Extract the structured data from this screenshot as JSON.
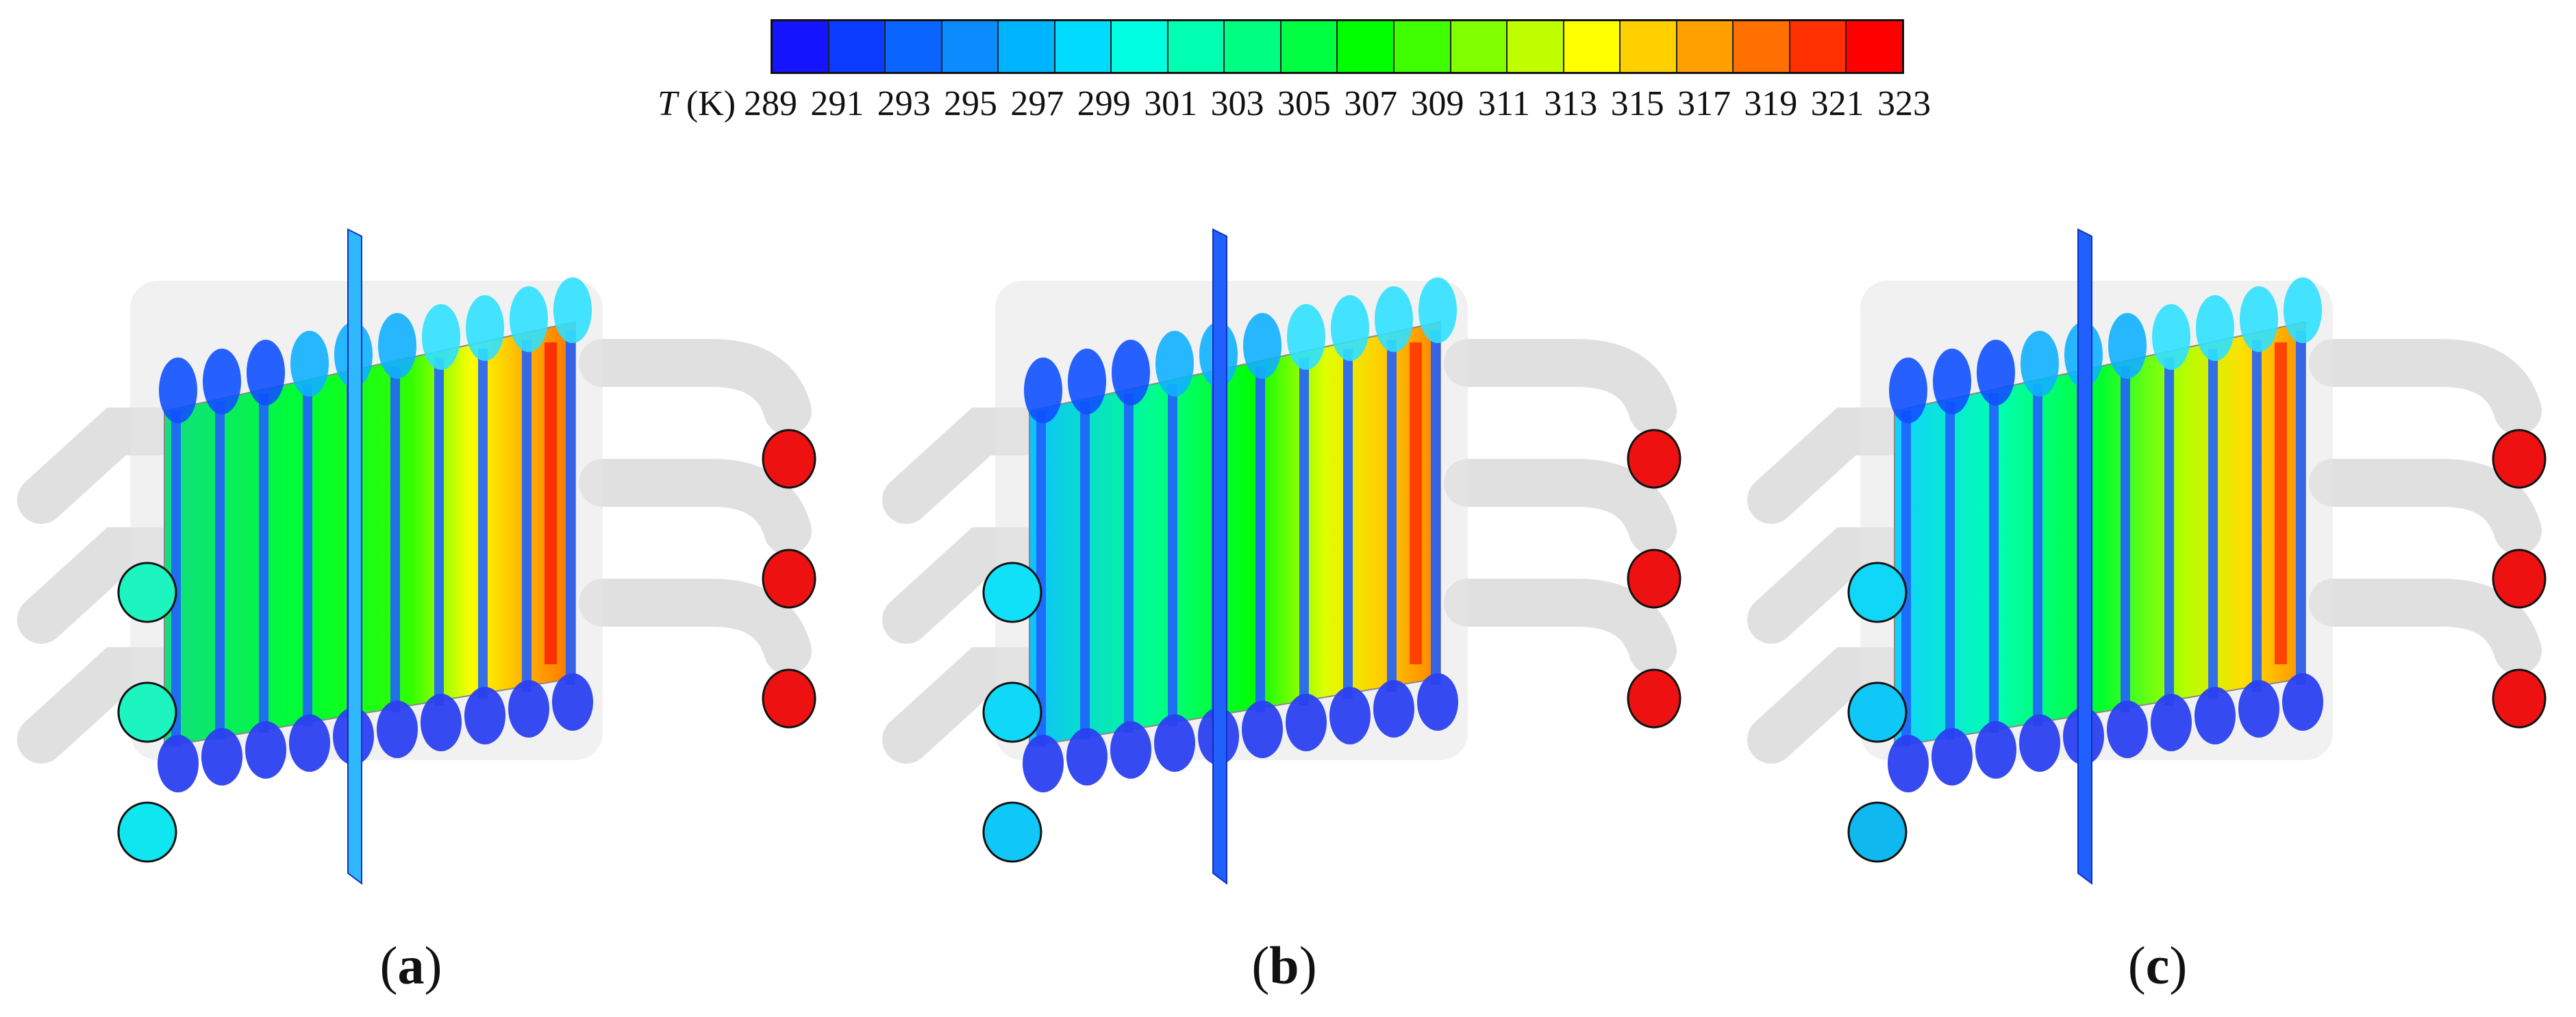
{
  "legend": {
    "symbol": "T",
    "unit": "(K)",
    "ticks": [
      "289",
      "291",
      "293",
      "295",
      "297",
      "299",
      "301",
      "303",
      "305",
      "307",
      "309",
      "311",
      "313",
      "315",
      "317",
      "319",
      "321",
      "323"
    ],
    "colors": [
      "#1414ff",
      "#0a3cff",
      "#0a64ff",
      "#0a8cff",
      "#00b4ff",
      "#00dcff",
      "#00ffe0",
      "#00ffb0",
      "#00ff80",
      "#00ff40",
      "#00ff00",
      "#40ff00",
      "#80ff00",
      "#c0ff00",
      "#ffff00",
      "#ffd000",
      "#ffa000",
      "#ff7000",
      "#ff3000",
      "#ff0000"
    ]
  },
  "panels": [
    {
      "label": "a",
      "left_pipe_colors": [
        "#1df5c0",
        "#1df5c0",
        "#10e6f0"
      ],
      "right_pipe_color": "#ee1111"
    },
    {
      "label": "b",
      "left_pipe_colors": [
        "#10e0f8",
        "#10d8f8",
        "#10c8f8"
      ],
      "right_pipe_color": "#ee1111"
    },
    {
      "label": "c",
      "left_pipe_colors": [
        "#10d6f8",
        "#10c8f8",
        "#10b8f0"
      ],
      "right_pipe_color": "#ee1111"
    }
  ]
}
